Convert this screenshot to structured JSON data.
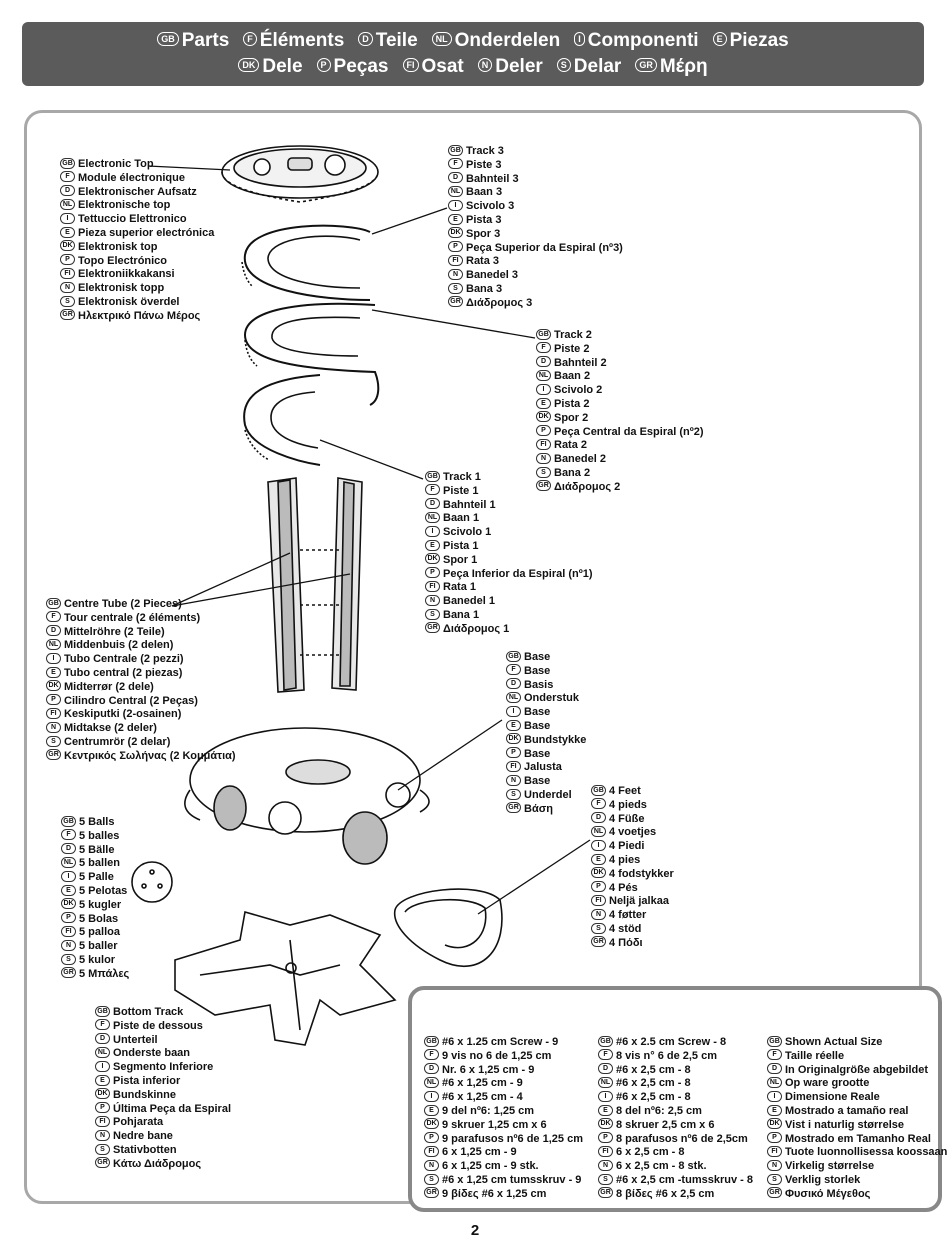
{
  "header": {
    "row1": [
      {
        "code": "GB",
        "label": "Parts"
      },
      {
        "code": "F",
        "label": "Éléments"
      },
      {
        "code": "D",
        "label": "Teile"
      },
      {
        "code": "NL",
        "label": "Onderdelen"
      },
      {
        "code": "I",
        "label": "Componenti"
      },
      {
        "code": "E",
        "label": "Piezas"
      }
    ],
    "row2": [
      {
        "code": "DK",
        "label": "Dele"
      },
      {
        "code": "P",
        "label": "Peças"
      },
      {
        "code": "FI",
        "label": "Osat"
      },
      {
        "code": "N",
        "label": "Deler"
      },
      {
        "code": "S",
        "label": "Delar"
      },
      {
        "code": "GR",
        "label": "Μέρη"
      }
    ]
  },
  "parts": {
    "electronic_top": [
      {
        "code": "GB",
        "text": "Electronic Top"
      },
      {
        "code": "F",
        "text": "Module électronique"
      },
      {
        "code": "D",
        "text": "Elektronischer Aufsatz"
      },
      {
        "code": "NL",
        "text": "Elektronische top"
      },
      {
        "code": "I",
        "text": "Tettuccio Elettronico"
      },
      {
        "code": "E",
        "text": "Pieza superior electrónica"
      },
      {
        "code": "DK",
        "text": "Elektronisk top"
      },
      {
        "code": "P",
        "text": "Topo Electrónico"
      },
      {
        "code": "FI",
        "text": "Elektroniikkakansi"
      },
      {
        "code": "N",
        "text": "Elektronisk topp"
      },
      {
        "code": "S",
        "text": "Elektronisk överdel"
      },
      {
        "code": "GR",
        "text": "Ηλεκτρικό Πάνω Μέρος"
      }
    ],
    "track3": [
      {
        "code": "GB",
        "text": "Track 3"
      },
      {
        "code": "F",
        "text": "Piste 3"
      },
      {
        "code": "D",
        "text": "Bahnteil 3"
      },
      {
        "code": "NL",
        "text": "Baan 3"
      },
      {
        "code": "I",
        "text": "Scivolo 3"
      },
      {
        "code": "E",
        "text": "Pista 3"
      },
      {
        "code": "DK",
        "text": "Spor 3"
      },
      {
        "code": "P",
        "text": "Peça Superior da Espiral (nº3)"
      },
      {
        "code": "FI",
        "text": "Rata 3"
      },
      {
        "code": "N",
        "text": "Banedel 3"
      },
      {
        "code": "S",
        "text": "Bana 3"
      },
      {
        "code": "GR",
        "text": "Διάδρομος 3"
      }
    ],
    "track2": [
      {
        "code": "GB",
        "text": "Track 2"
      },
      {
        "code": "F",
        "text": "Piste 2"
      },
      {
        "code": "D",
        "text": "Bahnteil 2"
      },
      {
        "code": "NL",
        "text": "Baan 2"
      },
      {
        "code": "I",
        "text": "Scivolo 2"
      },
      {
        "code": "E",
        "text": "Pista 2"
      },
      {
        "code": "DK",
        "text": "Spor 2"
      },
      {
        "code": "P",
        "text": "Peça Central da Espiral (nº2)"
      },
      {
        "code": "FI",
        "text": "Rata 2"
      },
      {
        "code": "N",
        "text": "Banedel 2"
      },
      {
        "code": "S",
        "text": "Bana 2"
      },
      {
        "code": "GR",
        "text": "Διάδρομος 2"
      }
    ],
    "track1": [
      {
        "code": "GB",
        "text": "Track 1"
      },
      {
        "code": "F",
        "text": "Piste  1"
      },
      {
        "code": "D",
        "text": "Bahnteil 1"
      },
      {
        "code": "NL",
        "text": "Baan 1"
      },
      {
        "code": "I",
        "text": "Scivolo 1"
      },
      {
        "code": "E",
        "text": "Pista 1"
      },
      {
        "code": "DK",
        "text": "Spor 1"
      },
      {
        "code": "P",
        "text": "Peça Inferior da Espiral (nº1)"
      },
      {
        "code": "FI",
        "text": "Rata 1"
      },
      {
        "code": "N",
        "text": "Banedel 1"
      },
      {
        "code": "S",
        "text": "Bana 1"
      },
      {
        "code": "GR",
        "text": "Διάδρομος 1"
      }
    ],
    "centre_tube": [
      {
        "code": "GB",
        "text": "Centre Tube (2 Pieces)"
      },
      {
        "code": "F",
        "text": "Tour centrale (2 éléments)"
      },
      {
        "code": "D",
        "text": "Mittelröhre (2 Teile)"
      },
      {
        "code": "NL",
        "text": "Middenbuis (2 delen)"
      },
      {
        "code": "I",
        "text": "Tubo Centrale (2 pezzi)"
      },
      {
        "code": "E",
        "text": "Tubo central (2 piezas)"
      },
      {
        "code": "DK",
        "text": "Midterrør (2 dele)"
      },
      {
        "code": "P",
        "text": "Cilindro Central (2 Peças)"
      },
      {
        "code": "FI",
        "text": "Keskiputki (2-osainen)"
      },
      {
        "code": "N",
        "text": "Midtakse (2 deler)"
      },
      {
        "code": "S",
        "text": "Centrumrör (2 delar)"
      },
      {
        "code": "GR",
        "text": "Κεντρικός Σωλήνας (2 Κομμάτια)"
      }
    ],
    "base": [
      {
        "code": "GB",
        "text": "Base"
      },
      {
        "code": "F",
        "text": "Base"
      },
      {
        "code": "D",
        "text": "Basis"
      },
      {
        "code": "NL",
        "text": "Onderstuk"
      },
      {
        "code": "I",
        "text": "Base"
      },
      {
        "code": "E",
        "text": "Base"
      },
      {
        "code": "DK",
        "text": "Bundstykke"
      },
      {
        "code": "P",
        "text": "Base"
      },
      {
        "code": "FI",
        "text": "Jalusta"
      },
      {
        "code": "N",
        "text": "Base"
      },
      {
        "code": "S",
        "text": "Underdel"
      },
      {
        "code": "GR",
        "text": "Βάση"
      }
    ],
    "feet": [
      {
        "code": "GB",
        "text": "4 Feet"
      },
      {
        "code": "F",
        "text": "4 pieds"
      },
      {
        "code": "D",
        "text": "4 Füße"
      },
      {
        "code": "NL",
        "text": "4 voetjes"
      },
      {
        "code": "I",
        "text": "4 Piedi"
      },
      {
        "code": "E",
        "text": "4 pies"
      },
      {
        "code": "DK",
        "text": "4 fodstykker"
      },
      {
        "code": "P",
        "text": "4 Pés"
      },
      {
        "code": "FI",
        "text": "Neljä jalkaa"
      },
      {
        "code": "N",
        "text": "4 føtter"
      },
      {
        "code": "S",
        "text": "4 stöd"
      },
      {
        "code": "GR",
        "text": "4 Πόδι"
      }
    ],
    "balls": [
      {
        "code": "GB",
        "text": "5 Balls"
      },
      {
        "code": "F",
        "text": "5 balles"
      },
      {
        "code": "D",
        "text": "5 Bälle"
      },
      {
        "code": "NL",
        "text": "5 ballen"
      },
      {
        "code": "I",
        "text": "5 Palle"
      },
      {
        "code": "E",
        "text": "5 Pelotas"
      },
      {
        "code": "DK",
        "text": "5 kugler"
      },
      {
        "code": "P",
        "text": "5 Bolas"
      },
      {
        "code": "FI",
        "text": "5 palloa"
      },
      {
        "code": "N",
        "text": "5 baller"
      },
      {
        "code": "S",
        "text": "5 kulor"
      },
      {
        "code": "GR",
        "text": "5 Μπάλες"
      }
    ],
    "bottom_track": [
      {
        "code": "GB",
        "text": "Bottom Track"
      },
      {
        "code": "F",
        "text": "Piste de dessous"
      },
      {
        "code": "D",
        "text": "Unterteil"
      },
      {
        "code": "NL",
        "text": "Onderste baan"
      },
      {
        "code": "I",
        "text": "Segmento Inferiore"
      },
      {
        "code": "E",
        "text": "Pista inferior"
      },
      {
        "code": "DK",
        "text": "Bundskinne"
      },
      {
        "code": "P",
        "text": "Última Peça da Espiral"
      },
      {
        "code": "FI",
        "text": "Pohjarata"
      },
      {
        "code": "N",
        "text": "Nedre bane"
      },
      {
        "code": "S",
        "text": "Stativbotten"
      },
      {
        "code": "GR",
        "text": "Κάτω Διάδρομος"
      }
    ]
  },
  "screws": {
    "screw9": [
      {
        "code": "GB",
        "text": "#6 x 1.25 cm Screw - 9"
      },
      {
        "code": "F",
        "text": "9 vis no 6 de 1,25 cm"
      },
      {
        "code": "D",
        "text": "Nr. 6 x 1,25 cm - 9"
      },
      {
        "code": "NL",
        "text": "#6 x 1,25 cm - 9"
      },
      {
        "code": "I",
        "text": "#6 x 1,25 cm - 4"
      },
      {
        "code": "E",
        "text": "9 del nº6: 1,25 cm"
      },
      {
        "code": "DK",
        "text": "9 skruer 1,25 cm x 6"
      },
      {
        "code": "P",
        "text": "9 parafusos nº6 de 1,25 cm"
      },
      {
        "code": "FI",
        "text": "6 x 1,25 cm - 9"
      },
      {
        "code": "N",
        "text": "6 x 1,25 cm - 9 stk."
      },
      {
        "code": "S",
        "text": "#6 x 1,25 cm tumsskruv - 9"
      },
      {
        "code": "GR",
        "text": "9 βίδες #6 x 1,25 cm"
      }
    ],
    "screw8": [
      {
        "code": "GB",
        "text": "#6 x 2.5 cm Screw - 8"
      },
      {
        "code": "F",
        "text": "8 vis n° 6 de 2,5 cm"
      },
      {
        "code": "D",
        "text": "#6 x 2,5 cm - 8"
      },
      {
        "code": "NL",
        "text": "#6 x 2,5 cm - 8"
      },
      {
        "code": "I",
        "text": "#6 x 2,5 cm - 8"
      },
      {
        "code": "E",
        "text": "8 del nº6: 2,5 cm"
      },
      {
        "code": "DK",
        "text": "8 skruer 2,5 cm x 6"
      },
      {
        "code": "P",
        "text": "8 parafusos nº6 de 2,5cm"
      },
      {
        "code": "FI",
        "text": "6 x 2,5 cm - 8"
      },
      {
        "code": "N",
        "text": "6 x 2,5 cm - 8 stk."
      },
      {
        "code": "S",
        "text": "#6 x 2,5 cm -tumsskruv - 8"
      },
      {
        "code": "GR",
        "text": "8 βίδες #6 x 2,5 cm"
      }
    ],
    "actual_size": [
      {
        "code": "GB",
        "text": "Shown Actual Size"
      },
      {
        "code": "F",
        "text": "Taille réelle"
      },
      {
        "code": "D",
        "text": "In Originalgröße abgebildet"
      },
      {
        "code": "NL",
        "text": "Op ware grootte"
      },
      {
        "code": "I",
        "text": "Dimensione Reale"
      },
      {
        "code": "E",
        "text": "Mostrado a tamaño real"
      },
      {
        "code": "DK",
        "text": "Vist i naturlig størrelse"
      },
      {
        "code": "P",
        "text": "Mostrado em Tamanho Real"
      },
      {
        "code": "FI",
        "text": "Tuote luonnollisessa koossaan"
      },
      {
        "code": "N",
        "text": "Virkelig størrelse"
      },
      {
        "code": "S",
        "text": "Verklig storlek"
      },
      {
        "code": "GR",
        "text": "Φυσικό Μέγεθος"
      }
    ]
  },
  "page_number": "2"
}
